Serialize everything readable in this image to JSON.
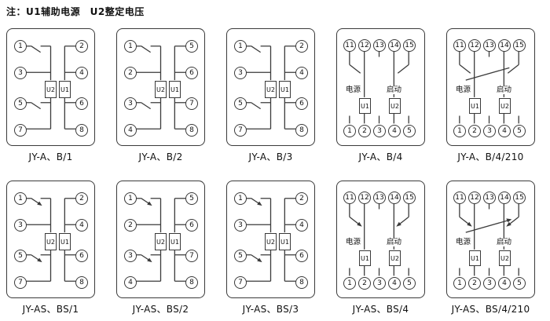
{
  "note": "注：U1辅助电源　U2整定电压",
  "colors": {
    "line": "#3a3a3a",
    "text": "#111111",
    "background": "#ffffff"
  },
  "diagrams": [
    {
      "label": "JY-A、B/1",
      "left": [
        "1",
        "3",
        "5",
        "7"
      ],
      "right": [
        "2",
        "4",
        "6",
        "8"
      ],
      "units": [
        "U2",
        "U1"
      ]
    },
    {
      "label": "JY-A、B/2",
      "left": [
        "1",
        "2",
        "3",
        "4"
      ],
      "right": [
        "5",
        "6",
        "7",
        "8"
      ],
      "units": [
        "U2",
        "U1"
      ]
    },
    {
      "label": "JY-A、B/3",
      "left": [
        "1",
        "3",
        "5",
        "7"
      ],
      "right": [
        "2",
        "4",
        "6",
        "8"
      ],
      "units": [
        "U2",
        "U1"
      ]
    },
    {
      "label": "JY-A、B/4",
      "top": [
        "11",
        "12",
        "13",
        "14",
        "15"
      ],
      "bottom": [
        "1",
        "2",
        "3",
        "4",
        "5"
      ],
      "power_label": "电源",
      "start_label": "启动",
      "units": [
        "U1",
        "U2"
      ]
    },
    {
      "label": "JY-A、B/4/210",
      "top": [
        "11",
        "12",
        "13",
        "14",
        "15"
      ],
      "bottom": [
        "1",
        "2",
        "3",
        "4",
        "5"
      ],
      "power_label": "电源",
      "start_label": "启动",
      "units": [
        "U1",
        "U2"
      ]
    },
    {
      "label": "JY-AS、BS/1",
      "left": [
        "1",
        "3",
        "5",
        "7"
      ],
      "right": [
        "2",
        "4",
        "6",
        "8"
      ],
      "units": [
        "U2",
        "U1"
      ]
    },
    {
      "label": "JY-AS、BS/2",
      "left": [
        "1",
        "2",
        "3",
        "4"
      ],
      "right": [
        "5",
        "6",
        "7",
        "8"
      ],
      "units": [
        "U2",
        "U1"
      ]
    },
    {
      "label": "JY-AS、BS/3",
      "left": [
        "1",
        "3",
        "5",
        "7"
      ],
      "right": [
        "2",
        "4",
        "6",
        "8"
      ],
      "units": [
        "U2",
        "U1"
      ]
    },
    {
      "label": "JY-AS、BS/4",
      "top": [
        "11",
        "12",
        "13",
        "14",
        "15"
      ],
      "bottom": [
        "1",
        "2",
        "3",
        "4",
        "5"
      ],
      "power_label": "电源",
      "start_label": "启动",
      "units": [
        "U1",
        "U2"
      ]
    },
    {
      "label": "JY-AS、BS/4/210",
      "top": [
        "11",
        "12",
        "13",
        "14",
        "15"
      ],
      "bottom": [
        "1",
        "2",
        "3",
        "4",
        "5"
      ],
      "power_label": "电源",
      "start_label": "启动",
      "units": [
        "U1",
        "U2"
      ]
    }
  ]
}
